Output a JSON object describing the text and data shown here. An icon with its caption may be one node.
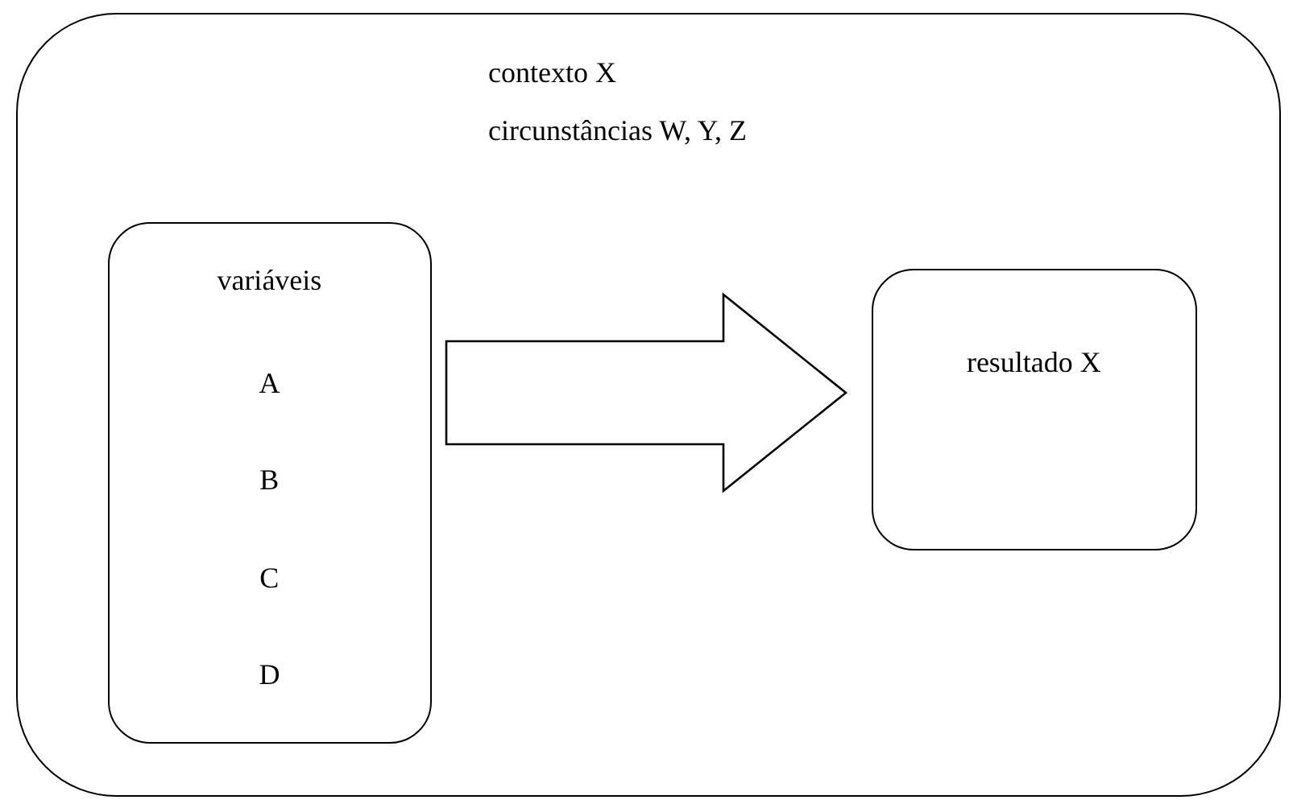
{
  "diagram": {
    "nodes": [
      {
        "text": [
          "contexto X",
          "circunstâncias W, Y, Z"
        ]
      },
      {
        "text": [
          "variáveis",
          "A",
          "B",
          "C",
          "D"
        ],
        "in": 0
      },
      {
        "text": [
          "resultado X"
        ],
        "in": 0
      }
    ],
    "edges": [
      {
        "from": 1,
        "to": 2,
        "arrow": "to",
        "style": "thick"
      }
    ]
  }
}
